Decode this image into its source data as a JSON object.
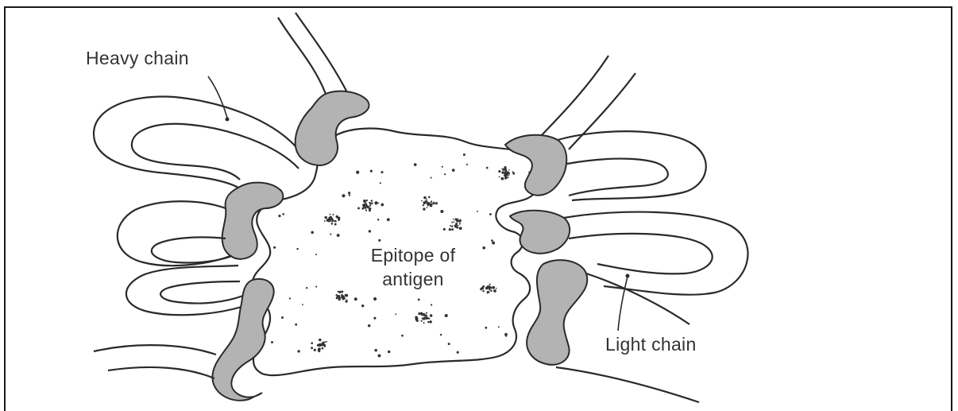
{
  "labels": {
    "heavy_chain": "Heavy chain",
    "light_chain": "Light chain",
    "epitope_line1": "Epitope of",
    "epitope_line2": "antigen"
  },
  "colors": {
    "outline": "#2a2a2a",
    "frame": "#1a1a1a",
    "contact_region": "#b3b3b3",
    "antigen_dots": "#333333",
    "background": "#ffffff"
  }
}
